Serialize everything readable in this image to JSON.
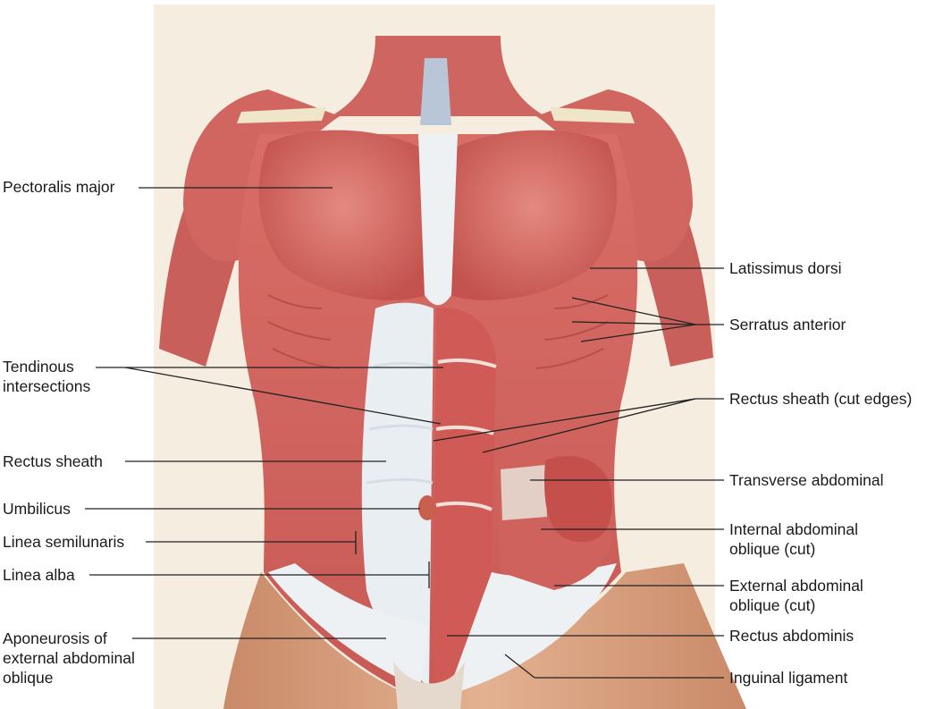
{
  "labels": {
    "pectoralis_major": "Pectoralis major",
    "latissimus_dorsi": "Latissimus dorsi",
    "serratus_anterior": "Serratus anterior",
    "tendinous_intersections": [
      "Tendinous",
      "intersections"
    ],
    "rectus_sheath_cut_edges": "Rectus sheath (cut edges)",
    "rectus_sheath": "Rectus sheath",
    "transverse_abdominal": "Transverse abdominal",
    "umbilicus": "Umbilicus",
    "internal_abdominal_oblique": [
      "Internal abdominal",
      "oblique (cut)"
    ],
    "linea_semilunaris": "Linea semilunaris",
    "linea_alba": "Linea alba",
    "external_abdominal_oblique": [
      "External abdominal",
      "oblique (cut)"
    ],
    "aponeurosis": [
      "Aponeurosis of",
      "external abdominal",
      "oblique"
    ],
    "rectus_abdominis": "Rectus abdominis",
    "inguinal_ligament": "Inguinal ligament"
  },
  "colors": {
    "background": "#f5ede0",
    "skin": "#d9a080",
    "muscle": "#d0655f",
    "muscle_dark": "#b84c48",
    "muscle_light": "#e48a80",
    "aponeurosis": "#eef1f4",
    "bone": "#efe5c8",
    "leader_line": "#222222"
  }
}
